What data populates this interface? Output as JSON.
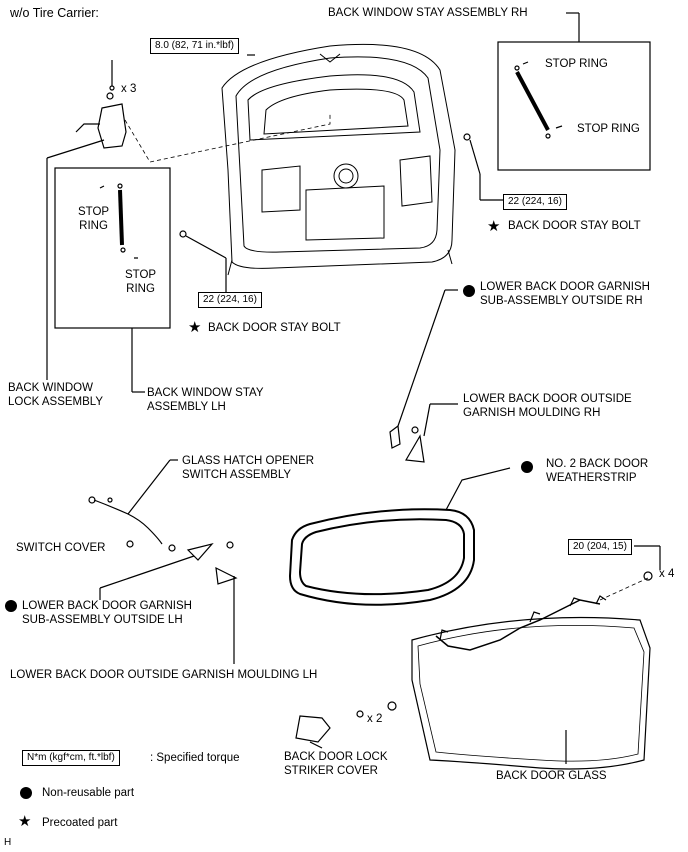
{
  "header": {
    "title": "w/o Tire Carrier:"
  },
  "labels": {
    "back_window_stay_rh": "BACK WINDOW STAY ASSEMBLY RH",
    "stop_ring": "STOP RING",
    "stop_ring_lh": "STOP\nRING",
    "back_door_stay_bolt": "BACK DOOR STAY BOLT",
    "back_window_lock": "BACK WINDOW\nLOCK ASSEMBLY",
    "back_window_stay_lh": "BACK WINDOW STAY\nASSEMBLY LH",
    "lower_garnish_rh": "LOWER BACK DOOR GARNISH\nSUB-ASSEMBLY OUTSIDE RH",
    "moulding_rh": "LOWER BACK DOOR OUTSIDE\nGARNISH MOULDING RH",
    "glass_hatch_switch": "GLASS HATCH OPENER\nSWITCH ASSEMBLY",
    "weatherstrip": "NO. 2 BACK DOOR\nWEATHERSTRIP",
    "switch_cover": "SWITCH COVER",
    "lower_garnish_lh": "LOWER BACK DOOR GARNISH\nSUB-ASSEMBLY OUTSIDE LH",
    "moulding_lh": "LOWER BACK DOOR OUTSIDE GARNISH MOULDING LH",
    "striker_cover": "BACK DOOR LOCK\nSTRIKER COVER",
    "back_door_glass": "BACK DOOR GLASS"
  },
  "torques": {
    "t_lock": "8.0 (82, 71 in.*lbf)",
    "t_stay": "22 (224, 16)",
    "t_glass": "20 (204, 15)"
  },
  "qty": {
    "x3": "x 3",
    "x4": "x 4",
    "x2": "x 2"
  },
  "legend": {
    "torque_box": "N*m (kgf*cm, ft.*lbf)",
    "torque_desc": ": Specified torque",
    "non_reusable": "Non-reusable part",
    "precoated": "Precoated part"
  },
  "footer": {
    "code": "H"
  }
}
